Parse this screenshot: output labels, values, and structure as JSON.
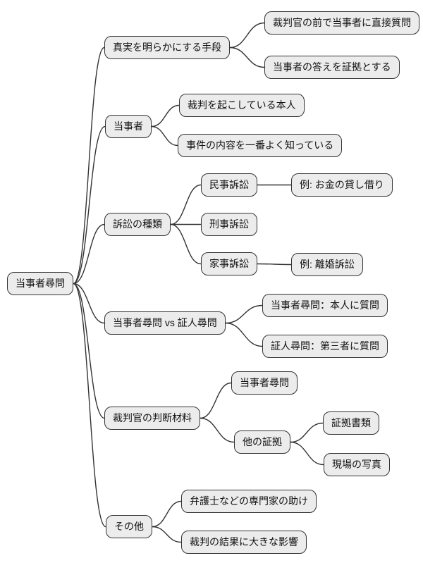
{
  "diagram": {
    "type": "mindmap",
    "root_label": "当事者尋問",
    "colors": {
      "background": "#ffffff",
      "node_fill": "#ececec",
      "node_border": "#333333",
      "edge": "#333333",
      "text": "#111111"
    },
    "nodes": {
      "root": {
        "label": "当事者尋問",
        "parent": null
      },
      "b1": {
        "label": "真実を明らかにする手段",
        "parent": "root"
      },
      "b1c1": {
        "label": "裁判官の前で当事者に直接質問",
        "parent": "b1"
      },
      "b1c2": {
        "label": "当事者の答えを証拠とする",
        "parent": "b1"
      },
      "b2": {
        "label": "当事者",
        "parent": "root"
      },
      "b2c1": {
        "label": "裁判を起こしている本人",
        "parent": "b2"
      },
      "b2c2": {
        "label": "事件の内容を一番よく知っている",
        "parent": "b2"
      },
      "b3": {
        "label": "訴訟の種類",
        "parent": "root"
      },
      "b3c1": {
        "label": "民事訴訟",
        "parent": "b3"
      },
      "b3c1g1": {
        "label": "例: お金の貸し借り",
        "parent": "b3c1"
      },
      "b3c2": {
        "label": "刑事訴訟",
        "parent": "b3"
      },
      "b3c3": {
        "label": "家事訴訟",
        "parent": "b3"
      },
      "b3c3g1": {
        "label": "例: 離婚訴訟",
        "parent": "b3c3"
      },
      "b4": {
        "label": "当事者尋問 vs 証人尋問",
        "parent": "root"
      },
      "b4c1": {
        "label": "当事者尋問：本人に質問",
        "parent": "b4"
      },
      "b4c2": {
        "label": "証人尋問：第三者に質問",
        "parent": "b4"
      },
      "b5": {
        "label": "裁判官の判断材料",
        "parent": "root"
      },
      "b5c1": {
        "label": "当事者尋問",
        "parent": "b5"
      },
      "b5c2": {
        "label": "他の証拠",
        "parent": "b5"
      },
      "b5c2g1": {
        "label": "証拠書類",
        "parent": "b5c2"
      },
      "b5c2g2": {
        "label": "現場の写真",
        "parent": "b5c2"
      },
      "b6": {
        "label": "その他",
        "parent": "root"
      },
      "b6c1": {
        "label": "弁護士などの専門家の助け",
        "parent": "b6"
      },
      "b6c2": {
        "label": "裁判の結果に大きな影響",
        "parent": "b6"
      }
    }
  }
}
